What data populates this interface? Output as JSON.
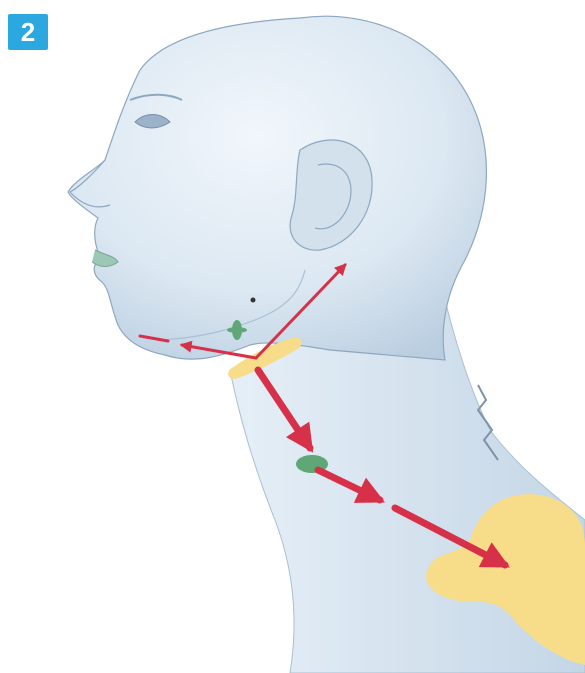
{
  "figure": {
    "badge_number": "2",
    "colors": {
      "badge": "#2ba8df",
      "skin": "#dce8f2",
      "skin_shadow": "#b9cde0",
      "outline": "#8ea7bf",
      "arrow": "#d63148",
      "gland_yellow": "#f7dc8a",
      "node_green": "#5fa776"
    },
    "icons": [
      "head-neck-profile",
      "lymph-drainage-arrows",
      "green-lymph-nodes",
      "yellow-gland-shapes"
    ]
  }
}
